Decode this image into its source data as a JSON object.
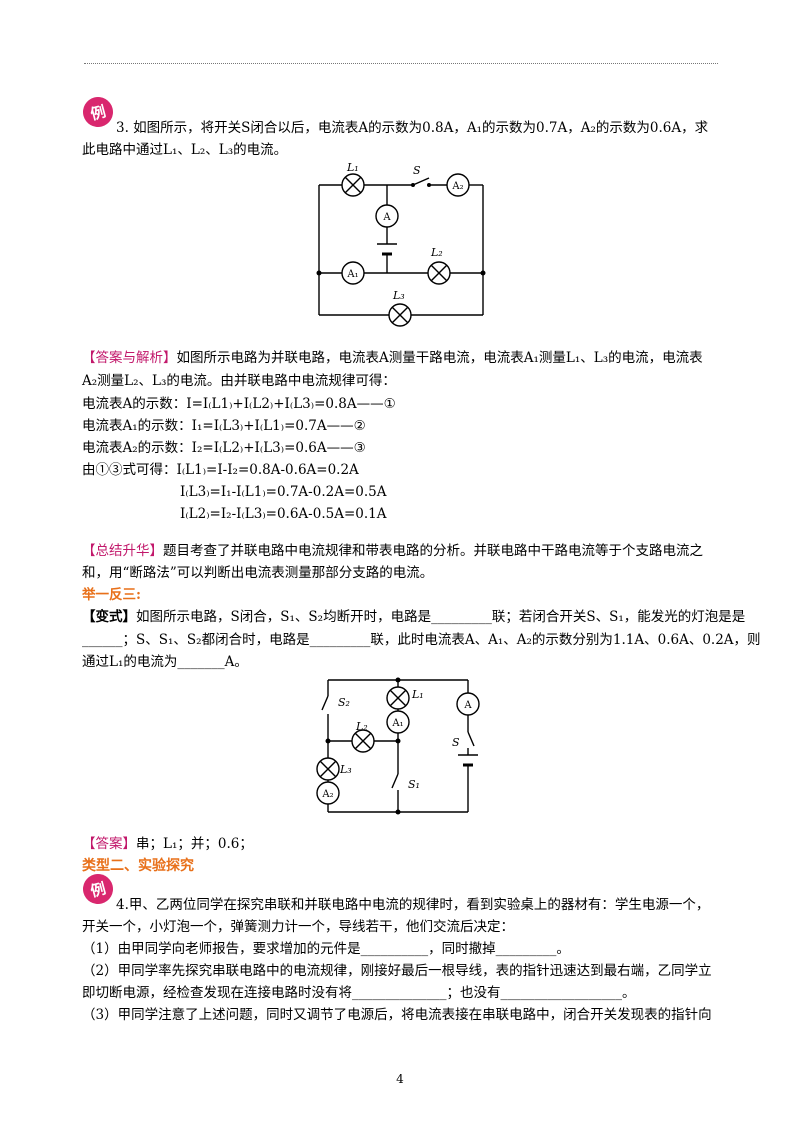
{
  "example_badge": "例",
  "q3": {
    "line1": "3.  如图所示，将开关S闭合以后，电流表A的示数为0.8A，A₁的示数为0.7A，A₂的示数为0.6A，求",
    "line2": "此电路中通过L₁、L₂、L₃的电流。"
  },
  "circuit1": {
    "labels": {
      "L1": "L₁",
      "S": "S",
      "A2": "A₂",
      "A": "A",
      "A1": "A₁",
      "L2": "L₂",
      "L3": "L₃"
    }
  },
  "answer": {
    "tag": "【答案与解析】",
    "line1": "如图所示电路为并联电路，电流表A测量干路电流，电流表A₁测量L₁、L₃的电流，电流表",
    "line2": "A₂测量L₂、L₃的电流。由并联电路中电流规律可得：",
    "eq1": "电流表A的示数：I=I₍L1₎+I₍L2₎+I₍L3₎=0.8A——①",
    "eq2": "电流表A₁的示数：I₁=I₍L3₎+I₍L1₎=0.7A——②",
    "eq3": "电流表A₂的示数：I₂=I₍L2₎+I₍L3₎=0.6A——③",
    "d1": "由①③式可得：I₍L1₎=I-I₂=0.8A-0.6A=0.2A",
    "d2": "I₍L3₎=I₁-I₍L1₎=0.7A-0.2A=0.5A",
    "d3": "I₍L2₎=I₂-I₍L3₎=0.6A-0.5A=0.1A"
  },
  "summary": {
    "tag": "【总结升华】",
    "line1": "题目考查了并联电路中电流规律和带表电路的分析。并联电路中干路电流等于个支路电流之",
    "line2": "和，用“断路法”可以判断出电流表测量那部分支路的电流。"
  },
  "practice": {
    "heading": "举一反三:",
    "tag": "【变式】",
    "line1": "如图所示电路，S闭合，S₁、S₂均断开时，电路是_________联；若闭合开关S、S₁，能发光的灯泡是是",
    "line2": "______；S、S₁、S₂都闭合时，电路是_________联，此时电流表A、A₁、A₂的示数分别为1.1A、0.6A、0.2A，则",
    "line3": "通过L₁的电流为_______A。",
    "answer_tag": "【答案】",
    "answer": "串；L₁；并；0.6；"
  },
  "circuit2": {
    "labels": {
      "S2": "S₂",
      "L1": "L₁",
      "A": "A",
      "L2": "L₂",
      "A1": "A₁",
      "S": "S",
      "L3": "L₃",
      "S1": "S₁",
      "A2": "A₂"
    }
  },
  "section2": {
    "heading": "类型二、实验探究"
  },
  "q4": {
    "line1": "4.甲、乙两位同学在探究串联和并联电路中电流的规律时，看到实验桌上的器材有：学生电源一个，",
    "line2": "开关一个，小灯泡一个，弹簧测力计一个，导线若干，他们交流后决定：",
    "p1": "（1）由甲同学向老师报告，要求增加的元件是__________，同时撤掉_________。",
    "p2a": "（2）甲同学率先探究串联电路中的电流规律，刚接好最后一根导线，表的指针迅速达到最右端，乙同学立",
    "p2b": "即切断电源，经检查发现在连接电路时没有将______________；也没有__________________。",
    "p3": "（3）甲同学注意了上述问题，同时又调节了电源后，将电流表接在串联电路中，闭合开关发现表的指针向"
  },
  "page_number": "4"
}
